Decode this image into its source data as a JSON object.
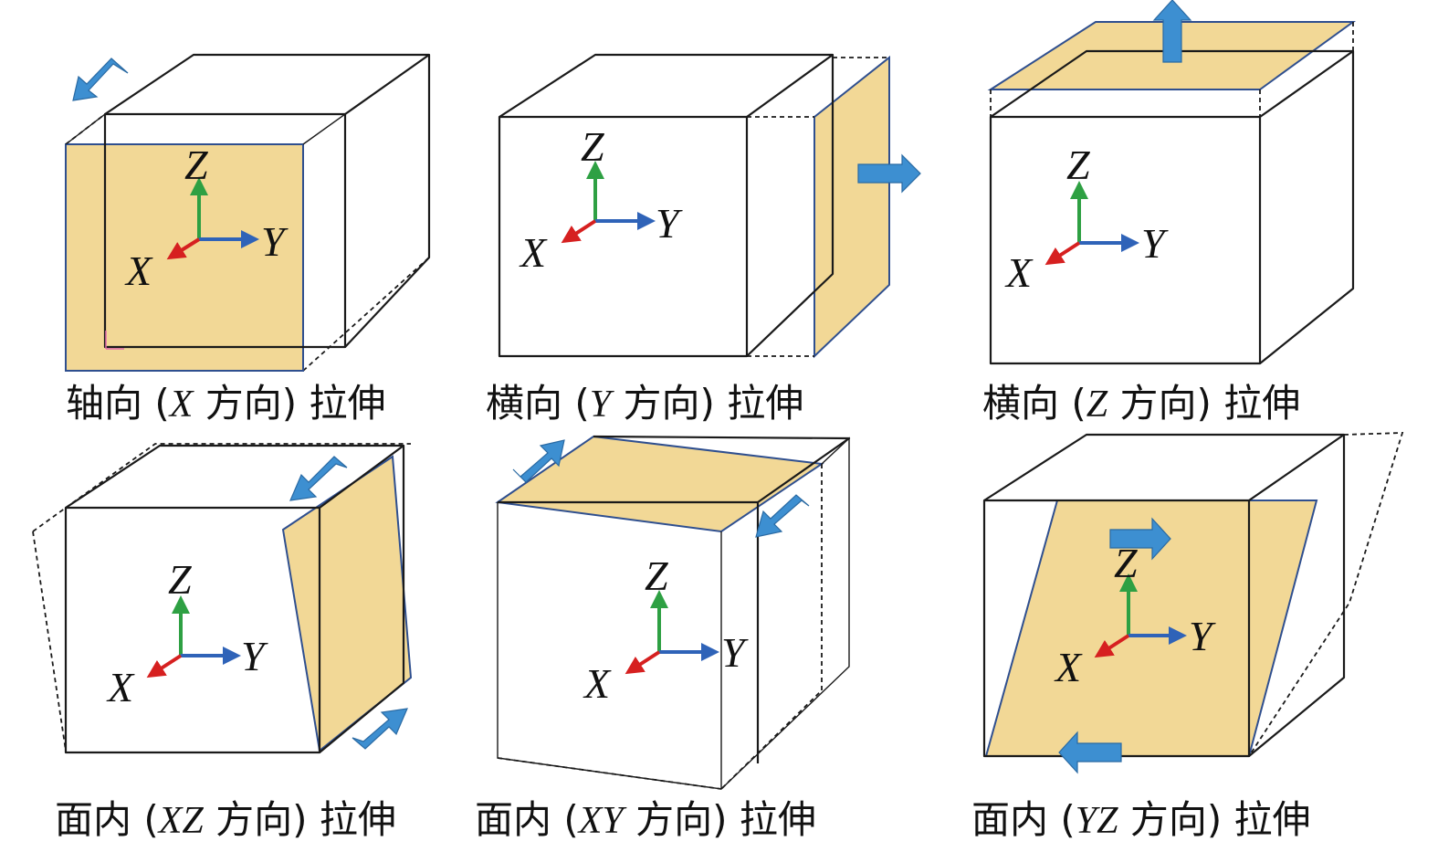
{
  "axes": {
    "x": "X",
    "y": "Y",
    "z": "Z"
  },
  "colors": {
    "face_fill": "#f2d896",
    "face_stroke": "#2f4f8f",
    "arrow_fill": "#3d8fd1",
    "x_axis": "#d62020",
    "y_axis": "#2f63b8",
    "z_axis": "#2ea043"
  },
  "panels": [
    {
      "caption_prefix": "轴向 (",
      "caption_axis": "X",
      "caption_suffix": " 方向) 拉伸"
    },
    {
      "caption_prefix": "横向 (",
      "caption_axis": "Y",
      "caption_suffix": " 方向) 拉伸"
    },
    {
      "caption_prefix": "横向 (",
      "caption_axis": "Z",
      "caption_suffix": " 方向) 拉伸"
    },
    {
      "caption_prefix": "面内 (",
      "caption_axis": "XZ",
      "caption_suffix": " 方向) 拉伸"
    },
    {
      "caption_prefix": "面内 (",
      "caption_axis": "XY",
      "caption_suffix": " 方向) 拉伸"
    },
    {
      "caption_prefix": "面内 (",
      "caption_axis": "YZ",
      "caption_suffix": " 方向) 拉伸"
    }
  ]
}
